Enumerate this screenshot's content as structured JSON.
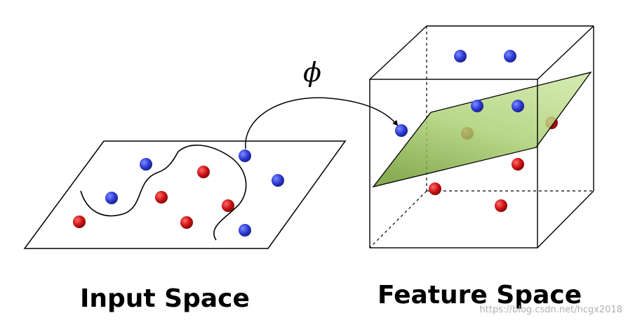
{
  "labels": {
    "input_space": "Input Space",
    "feature_space": "Feature Space",
    "mapping_symbol": "ϕ"
  },
  "watermark": "https://blog.csdn.net/hcgx2018",
  "colors": {
    "blue_point": "#2c3ad6",
    "red_point": "#cc1111",
    "plane_top": "#b6d881",
    "plane_bottom": "#6f9a2f",
    "line": "#000000"
  },
  "icons": {
    "arrow": "arrow-head-icon"
  }
}
